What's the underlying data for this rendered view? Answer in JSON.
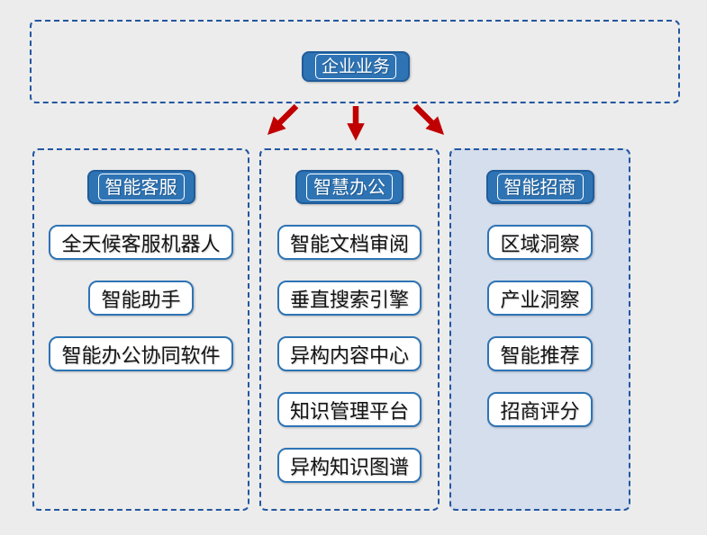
{
  "root": {
    "title": "企业业务"
  },
  "columns": [
    {
      "header": "智能客服",
      "items": [
        "全天候客服机器人",
        "智能助手",
        "智能办公协同软件"
      ]
    },
    {
      "header": "智慧办公",
      "items": [
        "智能文档审阅",
        "垂直搜索引擎",
        "异构内容中心",
        "知识管理平台",
        "异构知识图谱"
      ]
    },
    {
      "header": "智能招商",
      "items": [
        "区域洞察",
        "产业洞察",
        "智能推荐",
        "招商评分"
      ]
    }
  ],
  "colors": {
    "page_bg": "#ECECEC",
    "dashed_border": "#2357A0",
    "header_fill": "#2E74B5",
    "header_border": "#1F5C9A",
    "item_border": "#2E74B5",
    "panel_fill": "#D5DEED",
    "arrow": "#C00000"
  }
}
